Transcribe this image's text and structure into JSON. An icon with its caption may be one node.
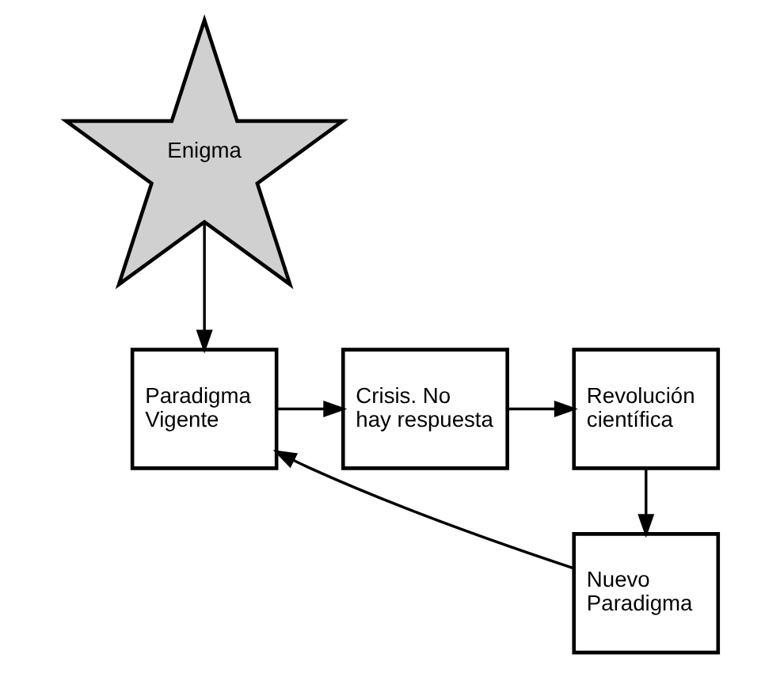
{
  "diagram": {
    "nodes": [
      {
        "text": [
          "Enigma"
        ]
      },
      {
        "text": [
          "Paradigma Vigente"
        ]
      },
      {
        "text": [
          "Crisis. No hay respuesta"
        ]
      },
      {
        "text": [
          "Revolución científica"
        ]
      },
      {
        "text": [
          "Nuevo Paradigma"
        ]
      }
    ],
    "edges": [
      {
        "from": 0,
        "to": 1,
        "arrow": "to"
      },
      {
        "from": 1,
        "to": 2,
        "arrow": "to"
      },
      {
        "from": 2,
        "to": 3,
        "arrow": "to"
      },
      {
        "from": 3,
        "to": 4,
        "arrow": "to"
      },
      {
        "from": 4,
        "to": 1,
        "arrow": "to"
      }
    ]
  }
}
